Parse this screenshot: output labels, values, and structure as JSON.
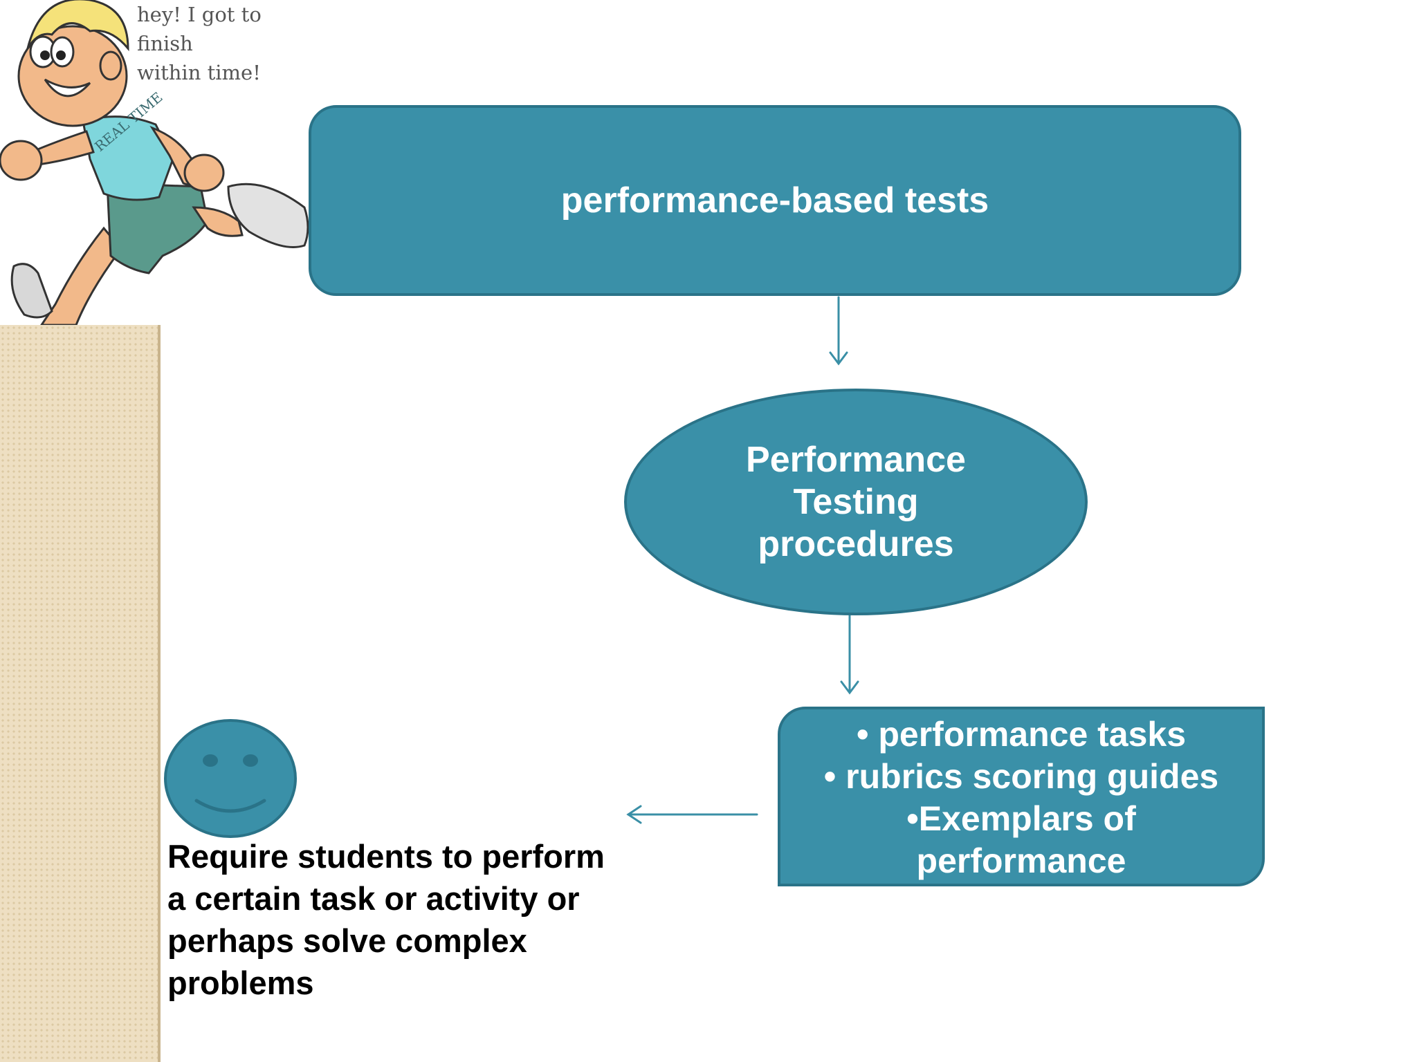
{
  "speech_bubble": {
    "text": "hey! I got to finish\nwithin time!"
  },
  "cartoon_shirt_text": "REAL TIME",
  "nodes": {
    "top": {
      "label": "performance-based tests"
    },
    "middle": {
      "label": "Performance Testing procedures"
    },
    "bottom": {
      "lines": [
        "• performance tasks",
        "• rubrics scoring guides",
        "•Exemplars of",
        "performance"
      ]
    }
  },
  "description": "Require students to perform a certain task or activity or perhaps solve complex problems",
  "colors": {
    "node_fill": "#3a90a8",
    "node_border": "#2a7388",
    "arrow": "#3a8fa6",
    "smiley_fill": "#3a90a8",
    "left_strip": "#eedfc2"
  }
}
